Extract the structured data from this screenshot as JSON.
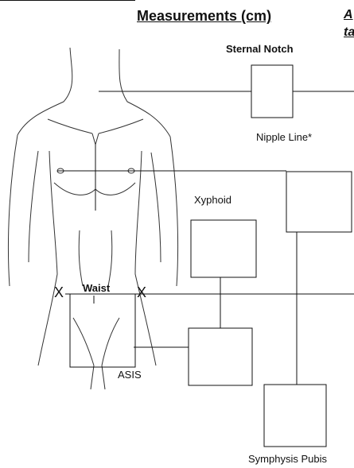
{
  "title": "Measurements (cm)",
  "side_note": [
    "A",
    "ta"
  ],
  "labels": {
    "sternal_notch": "Sternal Notch",
    "nipple_line": "Nipple Line*",
    "xyphoid": "Xyphoid",
    "waist": "Waist",
    "asis": "ASIS",
    "symphysis_pubis": "Symphysis Pubis",
    "x_mark": "X"
  },
  "colors": {
    "ink": "#111111",
    "background": "#ffffff",
    "body_outline": "#333333"
  }
}
